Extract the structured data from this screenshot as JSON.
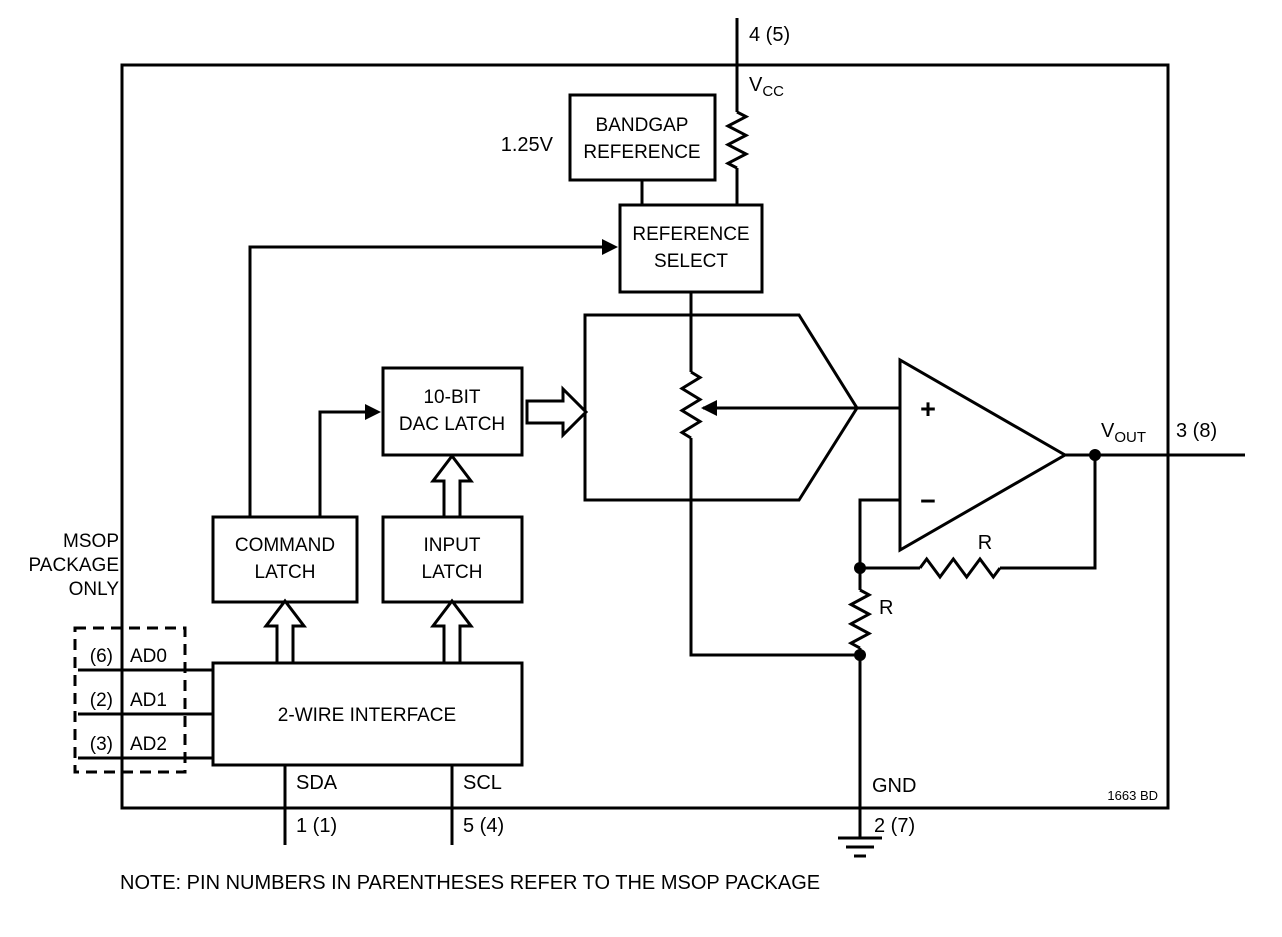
{
  "diagram": {
    "ink_color": "#000000",
    "note": "NOTE: PIN NUMBERS IN PARENTHESES REFER TO THE MSOP PACKAGE",
    "figure_id": "1663 BD",
    "bandgap_annotation": "1.25V",
    "blocks": {
      "bandgap": {
        "line1": "BANDGAP",
        "line2": "REFERENCE"
      },
      "reference_select": {
        "line1": "REFERENCE",
        "line2": "SELECT"
      },
      "dac_latch": {
        "line1": "10-BIT",
        "line2": "DAC LATCH"
      },
      "command_latch": {
        "line1": "COMMAND",
        "line2": "LATCH"
      },
      "input_latch": {
        "line1": "INPUT",
        "line2": "LATCH"
      },
      "two_wire_interface": {
        "label": "2-WIRE INTERFACE"
      }
    },
    "pins": {
      "vcc": {
        "number": "4 (5)",
        "base": "V",
        "sub": "CC"
      },
      "vout": {
        "number": "3 (8)",
        "base": "V",
        "sub": "OUT"
      },
      "sda": {
        "label": "SDA",
        "number": "1 (1)"
      },
      "scl": {
        "label": "SCL",
        "number": "5 (4)"
      },
      "gnd": {
        "label": "GND",
        "number": "2 (7)"
      },
      "ad0": {
        "number": "(6)",
        "label": "AD0"
      },
      "ad1": {
        "number": "(2)",
        "label": "AD1"
      },
      "ad2": {
        "number": "(3)",
        "label": "AD2"
      }
    },
    "msop_note": {
      "line1": "MSOP",
      "line2": "PACKAGE",
      "line3": "ONLY"
    },
    "opamp": {
      "plus": "+",
      "minus": "−"
    },
    "resistors": {
      "feedback": "R",
      "divider": "R"
    }
  }
}
